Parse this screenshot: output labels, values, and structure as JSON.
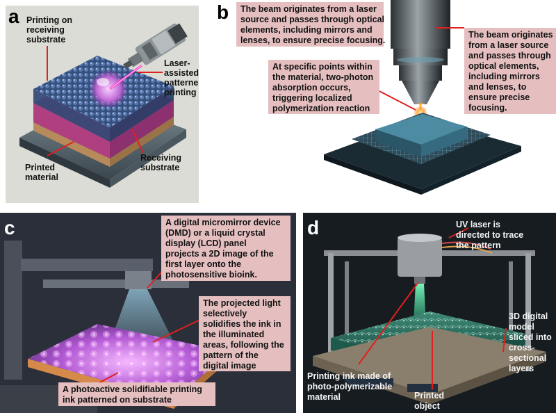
{
  "panels": {
    "a": {
      "letter": "a",
      "labels": {
        "printing_on": "Printing on\nreceiving\nsubstrate",
        "laser_assisted": "Laser-\nassisted\npatterned\nprinting",
        "receiving_substrate": "Receiving\nsubstrate",
        "printed_material": "Printed\nmaterial"
      }
    },
    "b": {
      "letter": "b",
      "callouts": {
        "top": "The beam originates from a laser\nsource and passes through optical\nelements, including mirrors and\nlenses, to ensure precise focusing.",
        "middle": "At specific points within\nthe material, two-photon\nabsorption occurs,\ntriggering localized\npolymerization reaction",
        "right": "The beam originates\nfrom a laser source\nand passes through\noptical elements,\nincluding mirrors\nand lenses, to\nensure precise\nfocusing."
      }
    },
    "c": {
      "letter": "c",
      "callouts": {
        "dmd": "A digital micromirror device\n(DMD) or a liquid crystal\ndisplay (LCD) panel\nprojects a 2D image of the\nfirst layer onto the\nphotosensitive bioink.",
        "projected": "The projected light\nselectively\nsolidifies the ink in\nthe illuminated\nareas, following the\npattern of the\ndigital image",
        "ink": "A photoactive solidifiable printing\nink patterned on substrate"
      }
    },
    "d": {
      "letter": "d",
      "labels": {
        "uv_laser": "UV laser is\ndirected to trace\nthe pattern",
        "model": "3D digital\nmodel\nsliced into\ncross-\nsectional\nlayers",
        "ink": "Printing ink made of\nphoto-polymerizable\nmaterial",
        "object": "Printed\nobject"
      }
    }
  },
  "colors": {
    "callout_bg": "#e5bfc0",
    "annotation_line": "#e0201f",
    "panel_a_bg": "#dcdcd6",
    "panel_d_bg": "#161c20"
  }
}
